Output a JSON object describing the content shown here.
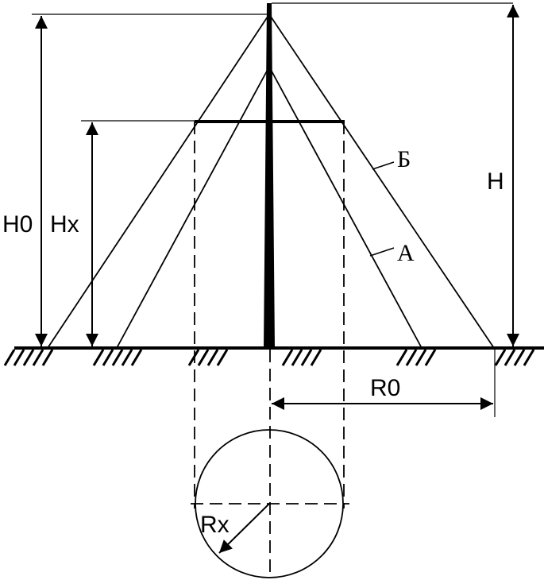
{
  "labels": {
    "h0": "H0",
    "hx": "Hx",
    "h": "H",
    "b": "Б",
    "a": "А",
    "r0": "R0",
    "rx": "Rx"
  },
  "colors": {
    "ink": "#000000",
    "background": "#ffffff"
  }
}
